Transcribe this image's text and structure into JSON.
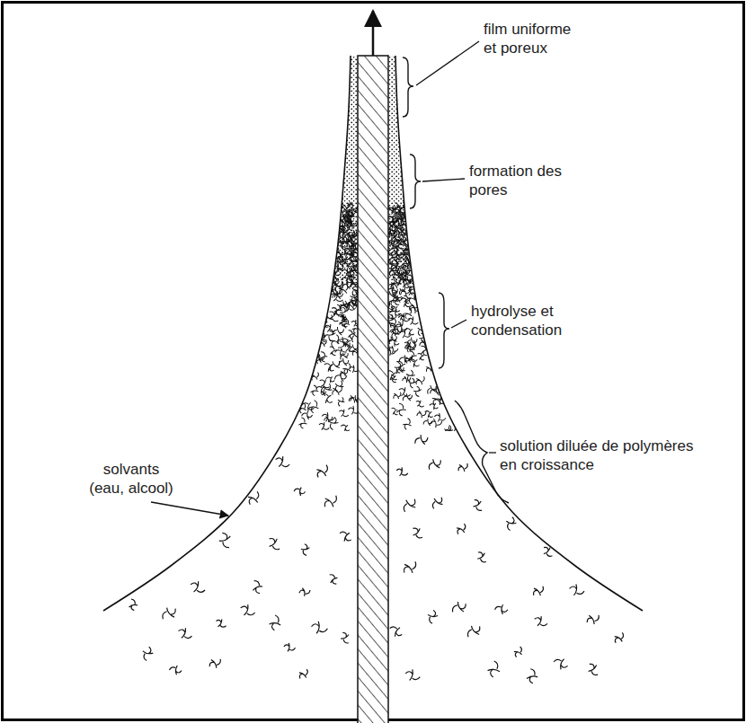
{
  "diagram": {
    "labels": [
      "film uniforme et poreux",
      "formation des pores",
      "hydrolyse et condensation",
      "solution diluée de polymères en croissance",
      "solvants (eau, alcool)"
    ]
  }
}
